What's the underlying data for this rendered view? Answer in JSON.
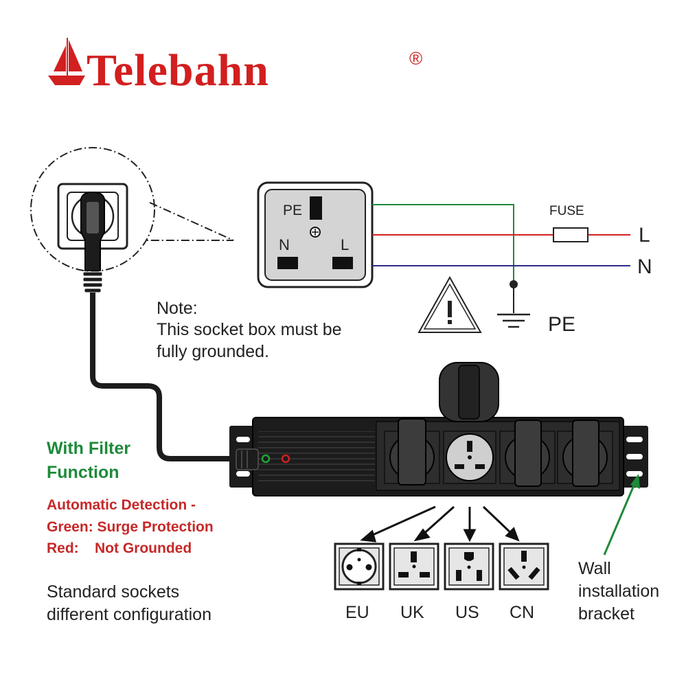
{
  "brand": {
    "name": "Telebahn",
    "registered": "®",
    "color": "#d21f1f"
  },
  "socket_labels": {
    "pe": "PE",
    "n": "N",
    "l": "L"
  },
  "circuit": {
    "fuse_label": "FUSE",
    "line_label": "L",
    "neutral_label": "N",
    "earth_label": "PE",
    "colors": {
      "pe_wire": "#1e8a3a",
      "line_wire": "#d21f1f",
      "neutral_wire": "#2b2b8a"
    }
  },
  "note": {
    "heading": "Note:",
    "line1": "This socket box must be",
    "line2": "fully grounded."
  },
  "filter": {
    "title_line1": "With Filter",
    "title_line2": "Function",
    "detection_line1": "Automatic Detection -",
    "detection_line2": "Green: Surge Protection",
    "detection_line3": "Red:    Not Grounded",
    "indicator_colors": {
      "green": "#1fa83a",
      "red": "#d21f1f"
    }
  },
  "standards": {
    "line1": "Standard sockets",
    "line2": "different configuration",
    "types": [
      "EU",
      "UK",
      "US",
      "CN"
    ]
  },
  "bracket": {
    "line1": "Wall",
    "line2": "installation",
    "line3": "bracket"
  },
  "icons": [
    "sail-logo-icon",
    "warning-triangle-icon",
    "ground-symbol-icon",
    "fuse-icon",
    "plug-icon"
  ]
}
